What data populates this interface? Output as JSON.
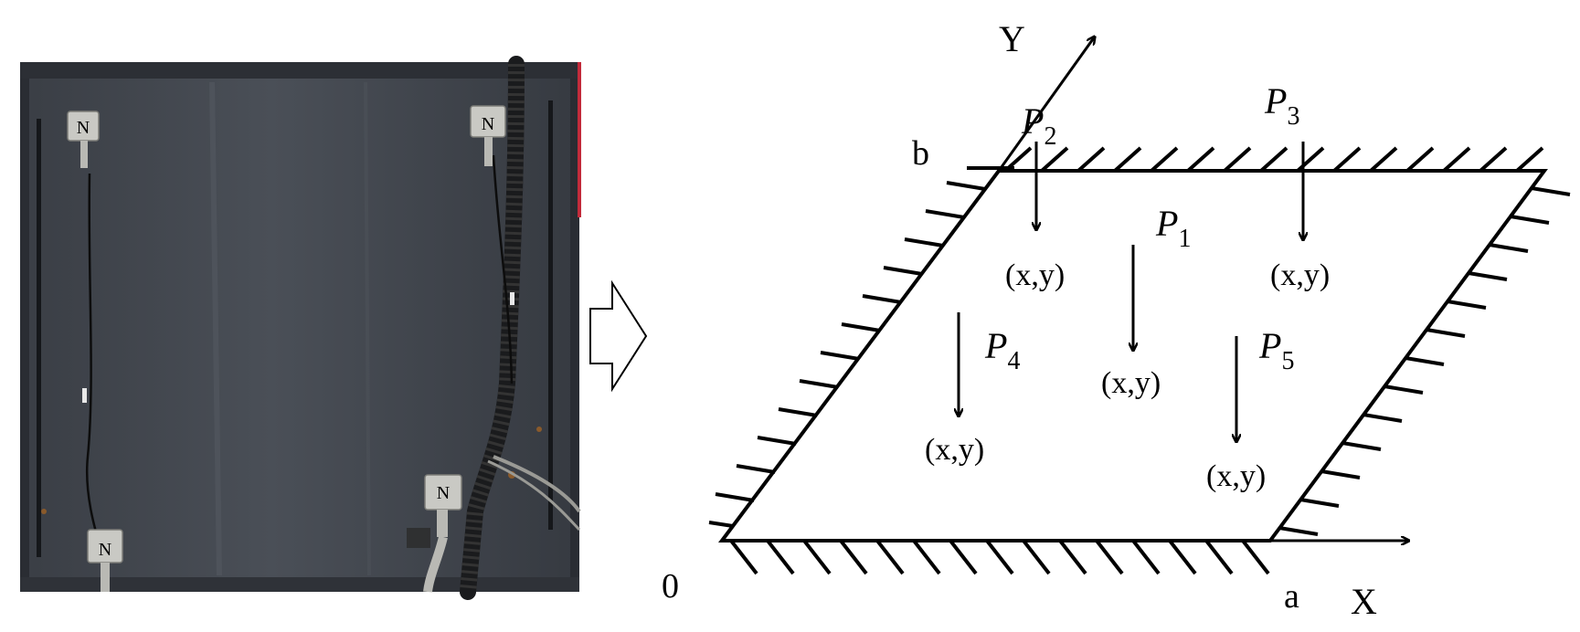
{
  "photo": {
    "sensor_mark": "N",
    "colors": {
      "plate": "#3d4148",
      "plate_light": "#4b5058",
      "sensor": "#c9c9c4",
      "cable": "#111111",
      "rust": "#8a5a2b"
    }
  },
  "transition_arrow": {
    "icon": "hollow-right-arrow-icon"
  },
  "diagram": {
    "axis_y_label": "Y",
    "axis_x_label": "X",
    "origin_label": "0",
    "corner_b_label": "b",
    "corner_a_label": "a",
    "coordinate_label": "(x,y)",
    "loads": [
      {
        "symbol": "P",
        "subscript": "2"
      },
      {
        "symbol": "P",
        "subscript": "3"
      },
      {
        "symbol": "P",
        "subscript": "1"
      },
      {
        "symbol": "P",
        "subscript": "4"
      },
      {
        "symbol": "P",
        "subscript": "5"
      }
    ]
  }
}
